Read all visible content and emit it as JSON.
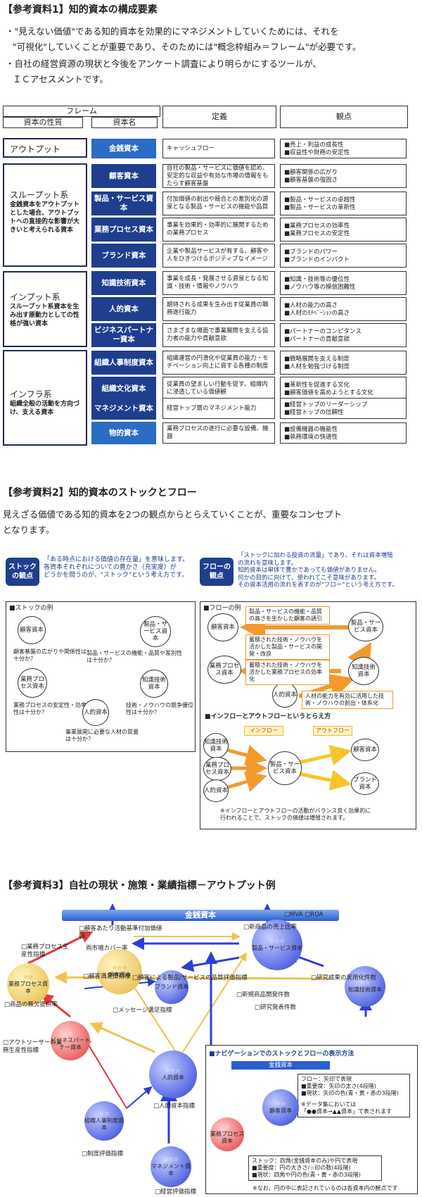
{
  "sec1": {
    "title": "【参考資料1】知的資本の構成要素",
    "bullets": [
      "・\"見えない価値\"である知的資本を効果的にマネジメントしていくためには、それを",
      "\"可視化\"していくことが重要であり、そのためには\"概念枠組み＝フレーム\"が必要です。",
      "・自社の経営資源の現状と今後をアンケート調査により明らかにするツールが、",
      "ＩＣアセスメントです。"
    ],
    "table": {
      "frame": "フレーム",
      "col_nature": "資本の性質",
      "col_name": "資本名",
      "col_def": "定義",
      "col_view": "観点",
      "categories": [
        {
          "title": "アウトプット",
          "sub": ""
        },
        {
          "title": "スループット系",
          "sub": "金銭資本をアウトプットとした場合、アウトプットへの直接的な影響が大きいと考えられる資本"
        },
        {
          "title": "インプット系",
          "sub": "スループット系資本を生み出す原動力としての性格が強い資本"
        },
        {
          "title": "インフラ系",
          "sub": "組織全般の活動を方向づけ、支える資本"
        }
      ],
      "rows": [
        {
          "name": "金銭資本",
          "def": "キャッシュフロー",
          "view": [
            "■売上・利益の成長性",
            "■収益性や財務の安定性"
          ]
        },
        {
          "name": "顧客資本",
          "def": "自社の製品・サービスに価値を認め、安定的な収益や有効な市場の情報をもたらす顧客基盤",
          "view": [
            "■顧客関係の広がり",
            "■顧客基盤の強固さ"
          ]
        },
        {
          "name": "製品・サービス資本",
          "def": "付加価値の創出や競合との差別化の源泉となる製品・サービスの機能や品質",
          "view": [
            "■製品・サービスの卓越性",
            "■製品・サービスの革新性"
          ]
        },
        {
          "name": "業務プロセス資本",
          "def": "事業を効果的・効率的に展開するための業務プロセス",
          "view": [
            "■業務プロセスの効率性",
            "■業務プロセスの安定性"
          ]
        },
        {
          "name": "ブランド資本",
          "def": "企業や製品サービスが有する、顧客や人をひきつけるポジティブなイメージ",
          "view": [
            "■ブランドのパワー",
            "■ブランドのインパクト"
          ]
        },
        {
          "name": "知識技術資本",
          "def": "事業を成長・発展させる源泉となる知識・技術・情報やノウハウ",
          "view": [
            "■知識・技術等の優位性",
            "■ノウハウ等の模倣困難性"
          ]
        },
        {
          "name": "人的資本",
          "def": "期待される成果を生み出す従業員の職務遂行能力",
          "view": [
            "■人材の能力の高さ",
            "■人材のﾓﾁﾍﾞｰｼｮﾝの高さ"
          ]
        },
        {
          "name": "ビジネスパートナー資本",
          "def": "さまざまな場面で事業展開を支える協力者の能力や貢献意欲",
          "view": [
            "■パートナーのコンピタンス",
            "■パートナーの貢献意欲"
          ]
        },
        {
          "name": "組織人事制度資本",
          "def": "組織運営の円滑化や従業員の能力・モチベーション向上に資する各種の制度",
          "view": [
            "■戦略展開を支える制度",
            "■人材を勉強づける制度"
          ]
        },
        {
          "name": "組織文化資本",
          "def": "従業員の望ましい行動を促す、組織内に浸透している価値観",
          "view": [
            "■革新性を促進する文化",
            "■顧客価値を高めようとする文化"
          ]
        },
        {
          "name": "マネジメント資本",
          "def": "経営トップ層のマネジメント能力",
          "view": [
            "■経営トップのリーダーシップ",
            "■経営トップの信頼性"
          ]
        },
        {
          "name": "物的資本",
          "def": "業務プロセスの遂行に必要な設備、機器",
          "view": [
            "■設備機器の機能性",
            "■執務環境の快適性"
          ]
        }
      ]
    }
  },
  "sec2": {
    "title": "【参考資料2】知的資本のストックとフロー",
    "body": [
      "見えざる価値である知的資本を2つの観点からとらえていくことが、重要なコンセプト",
      "となります。"
    ],
    "stock_tag": "ストックの観点",
    "stock_desc": [
      "「ある時点における価値の存在量」を意味します。",
      "各資本それぞれについての豊かさ（充実度）が",
      "どうかを問うのが、\"ストック\"という考え方です。"
    ],
    "flow_tag": "フローの観点",
    "flow_desc": [
      "「ストックに加わる投資の流量」であり、それは資本増殖",
      "の流れを意味します。",
      "知的資本は単体で豊かであっても価値がありません。",
      "何かの目的に向けて、使われてこそ意味があります。",
      "その資本活用の流れを表すのが\"フロー\"という考え方です。"
    ],
    "stock_panel_title": "■ストックの例",
    "stock_items": [
      {
        "circle": "顧客資本",
        "q": "顧客基盤の広がりや関係性は十分か？"
      },
      {
        "circle": "製品・サービス資本",
        "q": "製品・サービスの機能・品質や差別性は十分か？"
      },
      {
        "circle": "業務プロセス資本",
        "q": "業務プロセスの安定性・効率性は十分か？"
      },
      {
        "circle": "知識技術資本",
        "q": "技術・ノウハウの競争優位性は十分か？"
      },
      {
        "circle": "人的資本",
        "q": "事業展開に必要な人材の質量は十分か？"
      }
    ],
    "flow_panel_title": "■フローの例",
    "flow_circles": [
      "顧客資本",
      "製品・サービス資本",
      "業務プロセス資本",
      "知識技術資本",
      "人的資本"
    ],
    "flow_boxes": [
      "製品・サービスの機能・品質の高さを生かした顧客の誘引",
      "蓄積された技術・ノウハウを活かした製品・サービスの開発・改良",
      "蓄積された技術・ノウハウを活かした業務プロセスの効率化",
      "人材の能力を有効に活用した技術・ノウハウの創出・体系化"
    ],
    "inout_title": "■インフローとアウトフローというとらえ方",
    "inflow": "インフロー",
    "outflow": "アウトフロー",
    "inout_left": [
      "知識技術資本",
      "業務プロセス資本",
      "人的資本"
    ],
    "inout_center": "製品・サービス資本",
    "inout_right": [
      "顧客資本",
      "ブランド資本"
    ],
    "inout_note": [
      "※インフローとアウトフローの活動がバランス良く効果的に",
      "行われることで、ストックの価値は増殖されます。"
    ]
  },
  "sec3": {
    "title": "【参考資料3】自社の現状・施策・業績指標－アウトプット例",
    "top_bar": "金銭資本",
    "top_bar_tags": "□MVA □ROA",
    "spheres": [
      "顧客資本",
      "製品・サービス資本",
      "業務プロセス資本",
      "ブランド資本",
      "知識技術資本",
      "ビジネスパートナー資本",
      "人的資本",
      "組織人事制度資本",
      "マネジメント資本"
    ],
    "indicators": [
      "□顧客あたり活動基準付加価値額",
      "両市場カバー率",
      "□新商品の売上比率",
      "□業務プロセス生産性指標",
      "□顧客による製品/サービスの品質評価指標",
      "□研究成果の実用化件数",
      "□商品の無欠提供率",
      "□顧客満足度指標",
      "□新規商品開発件数",
      "□研究発表件数",
      "□メッセージ満足指標",
      "□アウトソーサーの業務生産性指標",
      "□人的資本指標",
      "□制度評価指標",
      "□経営評価指標"
    ],
    "legend_title": "■ナビゲーションでのストックとフローの表示方法",
    "legend_bar": "金銭資本",
    "legend_flow": [
      "フロー：矢印で表現",
      "■重要度：矢印の太さ(4段階)",
      "■現状：矢印の色(青・黄・赤の3段階)"
    ],
    "legend_data": [
      "※データ集においては",
      "「●●資本→▲▲資本」で表されます"
    ],
    "legend_stock": [
      "ストック：四角(金銭資本のみ)や円で表現",
      "■重要度：円の大きさ/☆印の数(4段階)",
      "■現状：四角や円の色(青・黄・赤の3段階)"
    ],
    "legend_footer": "※なお、円の中に表記されているのは各資本内の観点です",
    "legend_spheres": [
      "顧客資本",
      "業務プロセス資本"
    ]
  }
}
